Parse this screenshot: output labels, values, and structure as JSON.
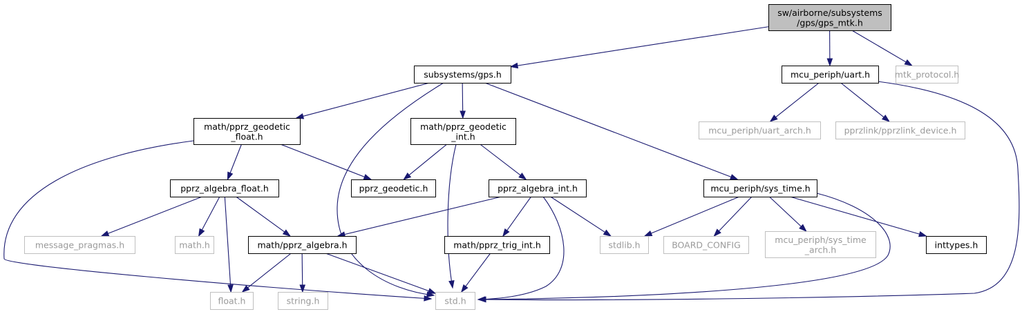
{
  "colors": {
    "edge": "#191970",
    "root_fill": "#bfbfbf",
    "documented_border": "#000000",
    "external_border": "#bfbfbf",
    "external_text": "#9a9a9a"
  },
  "nodes": [
    {
      "id": "gps_mtk",
      "lines": [
        "sw/airborne/subsystems",
        "/gps/gps_mtk.h"
      ],
      "kind": "root"
    },
    {
      "id": "subsystems_gps",
      "lines": [
        "subsystems/gps.h"
      ],
      "kind": "documented"
    },
    {
      "id": "uart",
      "lines": [
        "mcu_periph/uart.h"
      ],
      "kind": "documented"
    },
    {
      "id": "mtk_protocol",
      "lines": [
        "mtk_protocol.h"
      ],
      "kind": "external"
    },
    {
      "id": "geodetic_float",
      "lines": [
        "math/pprz_geodetic",
        "_float.h"
      ],
      "kind": "documented"
    },
    {
      "id": "geodetic_int",
      "lines": [
        "math/pprz_geodetic",
        "_int.h"
      ],
      "kind": "documented"
    },
    {
      "id": "uart_arch",
      "lines": [
        "mcu_periph/uart_arch.h"
      ],
      "kind": "external"
    },
    {
      "id": "pprzlink_device",
      "lines": [
        "pprzlink/pprzlink_device.h"
      ],
      "kind": "external"
    },
    {
      "id": "algebra_float",
      "lines": [
        "pprz_algebra_float.h"
      ],
      "kind": "documented"
    },
    {
      "id": "pprz_geodetic",
      "lines": [
        "pprz_geodetic.h"
      ],
      "kind": "documented"
    },
    {
      "id": "algebra_int",
      "lines": [
        "pprz_algebra_int.h"
      ],
      "kind": "documented"
    },
    {
      "id": "sys_time",
      "lines": [
        "mcu_periph/sys_time.h"
      ],
      "kind": "documented"
    },
    {
      "id": "message_pragmas",
      "lines": [
        "message_pragmas.h"
      ],
      "kind": "external"
    },
    {
      "id": "math_h",
      "lines": [
        "math.h"
      ],
      "kind": "external"
    },
    {
      "id": "pprz_algebra",
      "lines": [
        "math/pprz_algebra.h"
      ],
      "kind": "documented"
    },
    {
      "id": "trig_int",
      "lines": [
        "math/pprz_trig_int.h"
      ],
      "kind": "documented"
    },
    {
      "id": "stdlib",
      "lines": [
        "stdlib.h"
      ],
      "kind": "external"
    },
    {
      "id": "board_config",
      "lines": [
        "BOARD_CONFIG"
      ],
      "kind": "external"
    },
    {
      "id": "sys_time_arch",
      "lines": [
        "mcu_periph/sys_time",
        "_arch.h"
      ],
      "kind": "external"
    },
    {
      "id": "inttypes",
      "lines": [
        "inttypes.h"
      ],
      "kind": "documented"
    },
    {
      "id": "float_h",
      "lines": [
        "float.h"
      ],
      "kind": "external"
    },
    {
      "id": "string_h",
      "lines": [
        "string.h"
      ],
      "kind": "external"
    },
    {
      "id": "std_h",
      "lines": [
        "std.h"
      ],
      "kind": "external"
    }
  ],
  "edges": [
    {
      "from": "gps_mtk",
      "to": "subsystems_gps"
    },
    {
      "from": "gps_mtk",
      "to": "uart"
    },
    {
      "from": "gps_mtk",
      "to": "mtk_protocol"
    },
    {
      "from": "subsystems_gps",
      "to": "geodetic_float"
    },
    {
      "from": "subsystems_gps",
      "to": "geodetic_int"
    },
    {
      "from": "subsystems_gps",
      "to": "sys_time"
    },
    {
      "from": "subsystems_gps",
      "to": "std_h"
    },
    {
      "from": "uart",
      "to": "uart_arch"
    },
    {
      "from": "uart",
      "to": "pprzlink_device"
    },
    {
      "from": "uart",
      "to": "std_h"
    },
    {
      "from": "geodetic_float",
      "to": "algebra_float"
    },
    {
      "from": "geodetic_float",
      "to": "pprz_geodetic"
    },
    {
      "from": "geodetic_float",
      "to": "std_h"
    },
    {
      "from": "geodetic_int",
      "to": "pprz_geodetic"
    },
    {
      "from": "geodetic_int",
      "to": "algebra_int"
    },
    {
      "from": "geodetic_int",
      "to": "std_h"
    },
    {
      "from": "algebra_float",
      "to": "message_pragmas"
    },
    {
      "from": "algebra_float",
      "to": "math_h"
    },
    {
      "from": "algebra_float",
      "to": "pprz_algebra"
    },
    {
      "from": "algebra_float",
      "to": "float_h"
    },
    {
      "from": "algebra_int",
      "to": "pprz_algebra"
    },
    {
      "from": "algebra_int",
      "to": "trig_int"
    },
    {
      "from": "algebra_int",
      "to": "stdlib"
    },
    {
      "from": "algebra_int",
      "to": "std_h"
    },
    {
      "from": "sys_time",
      "to": "stdlib"
    },
    {
      "from": "sys_time",
      "to": "board_config"
    },
    {
      "from": "sys_time",
      "to": "sys_time_arch"
    },
    {
      "from": "sys_time",
      "to": "inttypes"
    },
    {
      "from": "sys_time",
      "to": "std_h"
    },
    {
      "from": "pprz_algebra",
      "to": "float_h"
    },
    {
      "from": "pprz_algebra",
      "to": "string_h"
    },
    {
      "from": "pprz_algebra",
      "to": "std_h"
    },
    {
      "from": "trig_int",
      "to": "std_h"
    }
  ]
}
